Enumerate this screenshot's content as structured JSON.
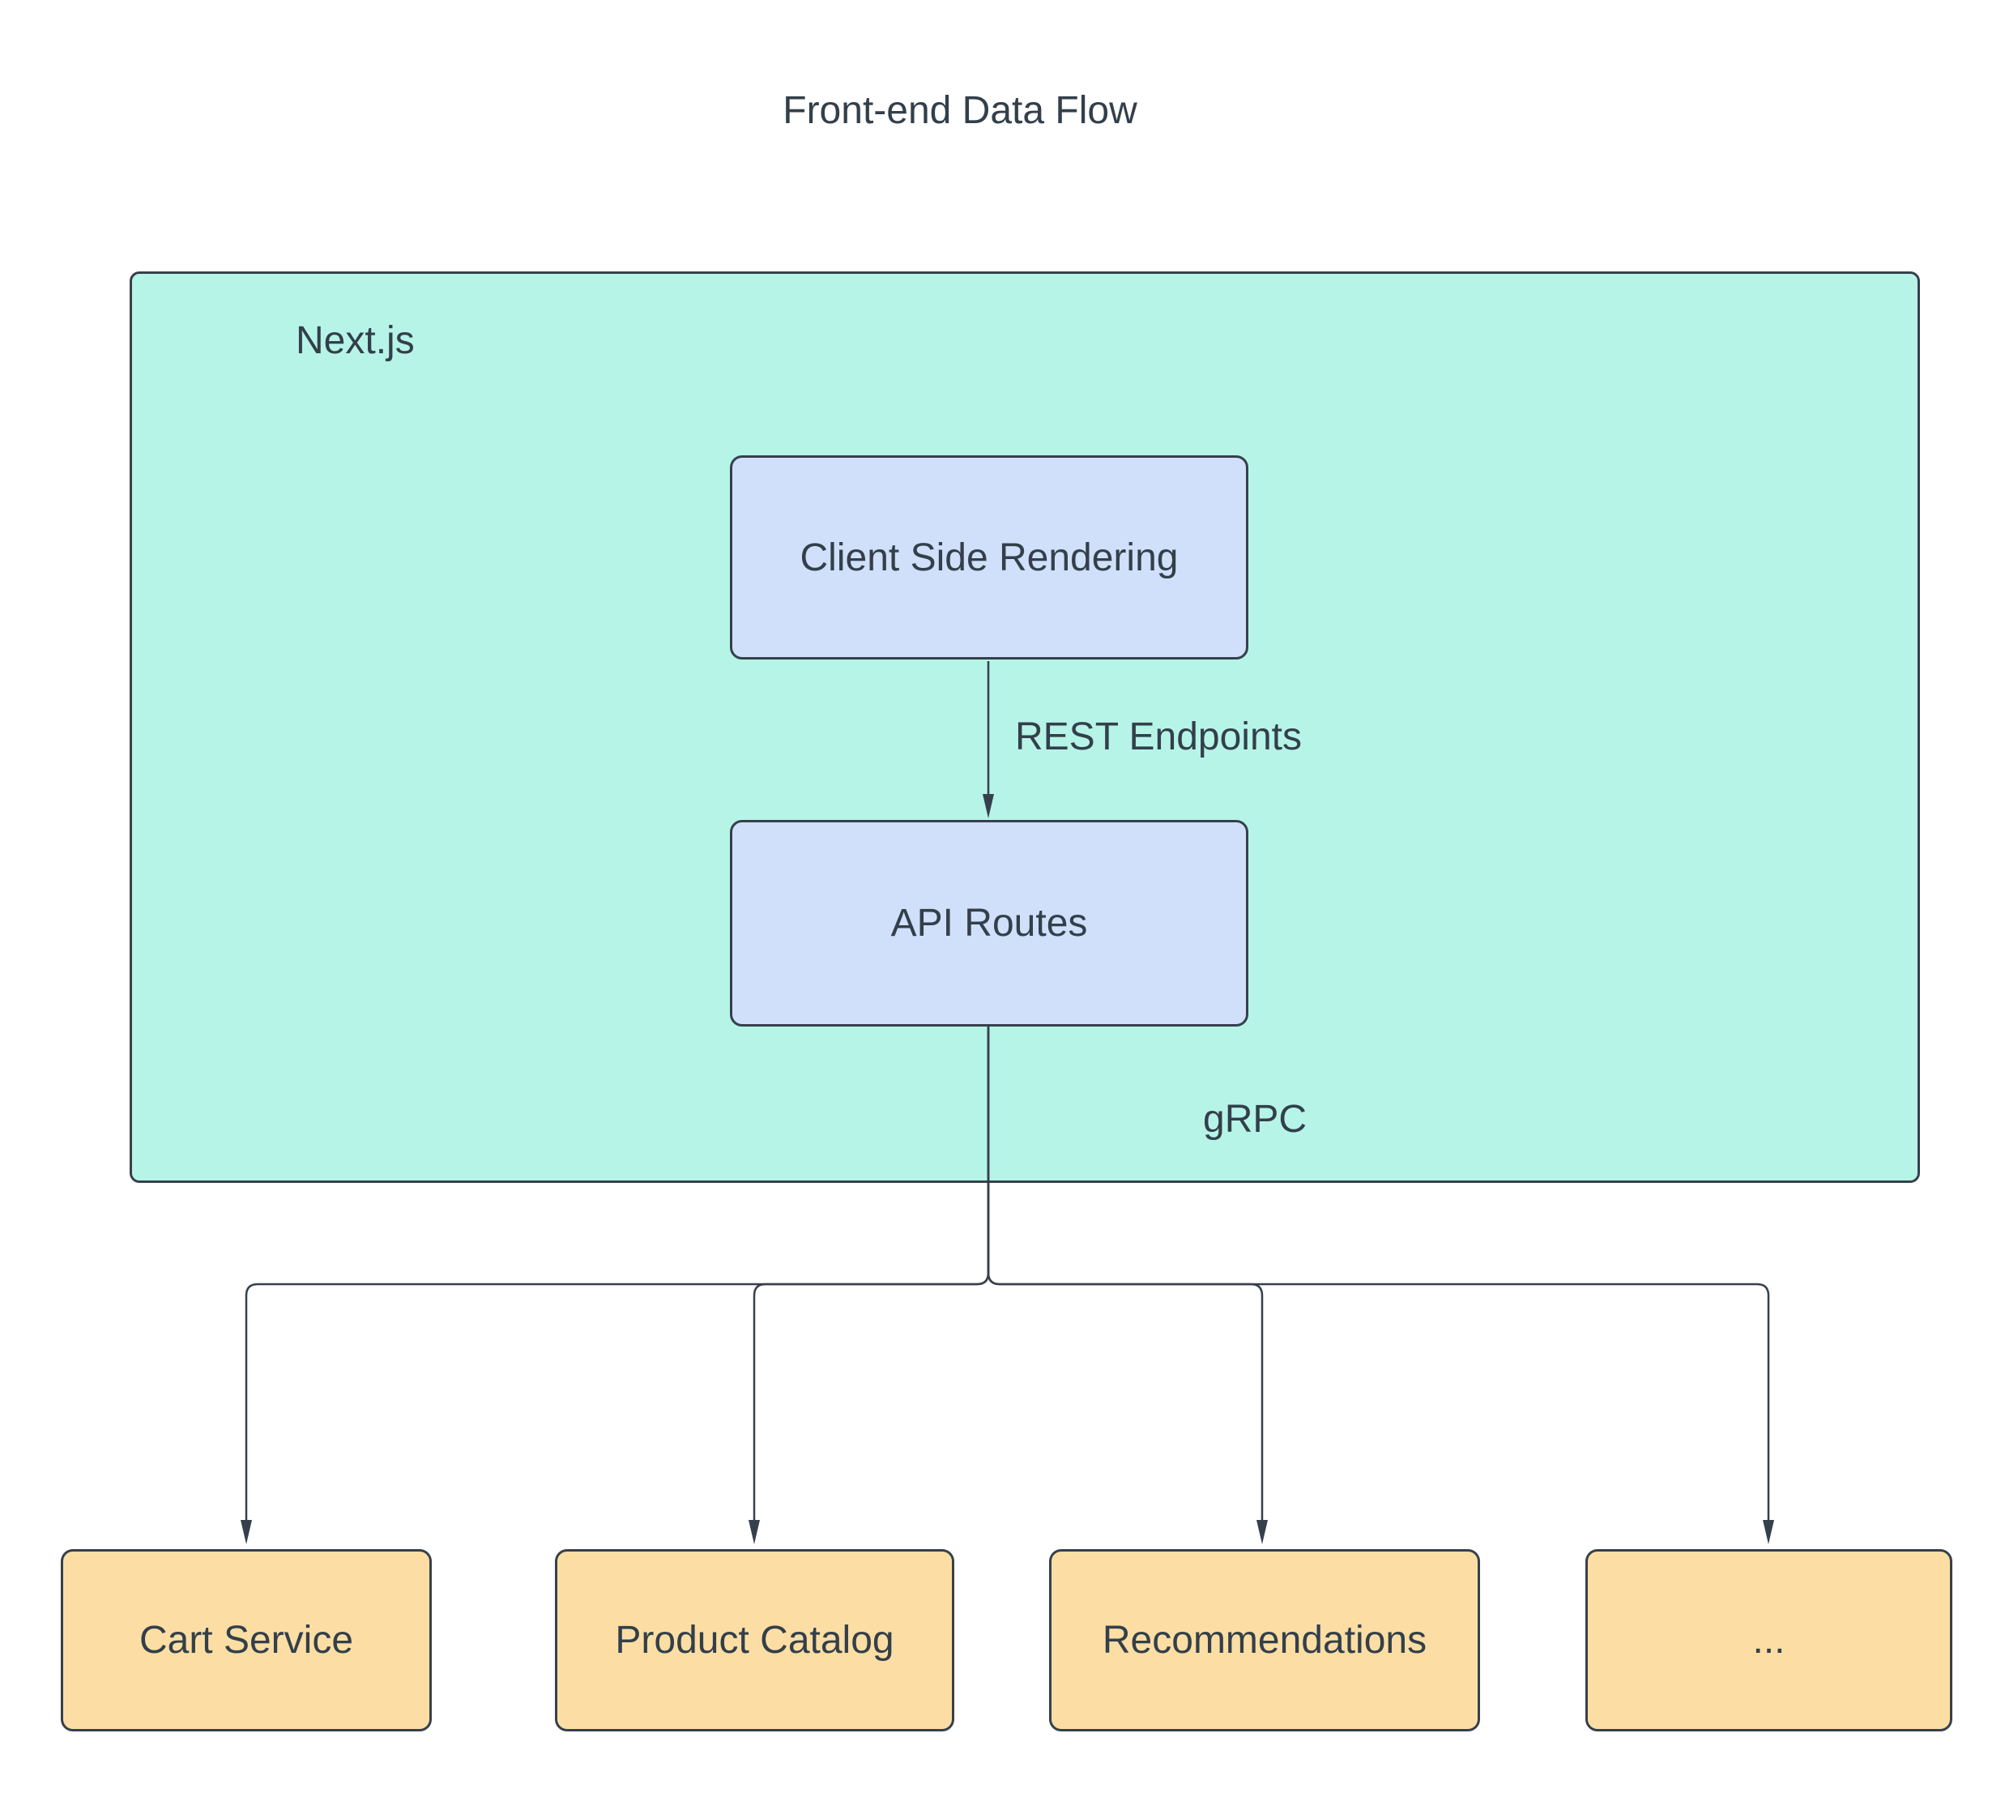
{
  "diagram": {
    "title": "Front-end Data Flow",
    "container": {
      "label": "Next.js"
    },
    "nodes": {
      "csr": {
        "label": "Client Side Rendering"
      },
      "api": {
        "label": "API Routes"
      },
      "cart": {
        "label": "Cart Service"
      },
      "catalog": {
        "label": "Product Catalog"
      },
      "recs": {
        "label": "Recommendations"
      },
      "more": {
        "label": "..."
      }
    },
    "edges": {
      "rest": {
        "label": "REST Endpoints",
        "from": "Client Side Rendering",
        "to": "API Routes"
      },
      "grpc": {
        "label": "gRPC",
        "from": "API Routes",
        "to": "Cart Service, Product Catalog, Recommendations, ..."
      }
    },
    "colors": {
      "background": "#FFFFFF",
      "container_fill": "#B6F4E8",
      "node_fill_blue": "#D0E0FA",
      "node_fill_orange": "#FCDEA4",
      "border": "#36404C",
      "text": "#333F4A"
    }
  }
}
